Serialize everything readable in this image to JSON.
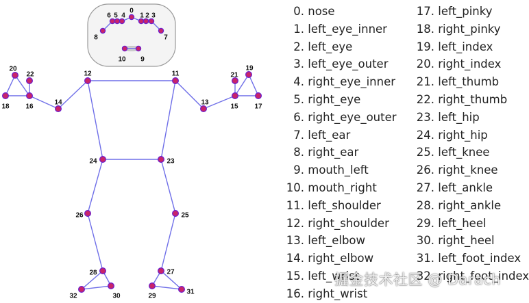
{
  "colors": {
    "bone": "#6f6fe8",
    "joint_fill": "#c8246a",
    "joint_stroke": "#6a1fd0",
    "face_box_stroke": "#9a9a9a",
    "face_box_fill": "#f4f4f4",
    "mouth_fill": "#d0d0d0"
  },
  "skeleton": {
    "landmarks": [
      "0",
      "1",
      "2",
      "3",
      "4",
      "5",
      "6",
      "7",
      "8",
      "9",
      "10",
      "11",
      "12",
      "13",
      "14",
      "15",
      "16",
      "17",
      "18",
      "19",
      "20",
      "21",
      "22",
      "23",
      "24",
      "25",
      "26",
      "27",
      "28",
      "29",
      "30",
      "31",
      "32"
    ]
  },
  "legend": {
    "column1": [
      {
        "num": "0.",
        "name": "nose"
      },
      {
        "num": "1.",
        "name": "left_eye_inner"
      },
      {
        "num": "2.",
        "name": "left_eye"
      },
      {
        "num": "3.",
        "name": "left_eye_outer"
      },
      {
        "num": "4.",
        "name": "right_eye_inner"
      },
      {
        "num": "5.",
        "name": "right_eye"
      },
      {
        "num": "6.",
        "name": "right_eye_outer"
      },
      {
        "num": "7.",
        "name": "left_ear"
      },
      {
        "num": "8.",
        "name": "right_ear"
      },
      {
        "num": "9.",
        "name": "mouth_left"
      },
      {
        "num": "10.",
        "name": "mouth_right"
      },
      {
        "num": "11.",
        "name": "left_shoulder"
      },
      {
        "num": "12.",
        "name": "right_shoulder"
      },
      {
        "num": "13.",
        "name": "left_elbow"
      },
      {
        "num": "14.",
        "name": "right_elbow"
      },
      {
        "num": "15.",
        "name": "left_wrist"
      },
      {
        "num": "16.",
        "name": "right_wrist"
      }
    ],
    "column2": [
      {
        "num": "17.",
        "name": "left_pinky"
      },
      {
        "num": "18.",
        "name": "right_pinky"
      },
      {
        "num": "19.",
        "name": "left_index"
      },
      {
        "num": "20.",
        "name": "right_index"
      },
      {
        "num": "21.",
        "name": "left_thumb"
      },
      {
        "num": "22.",
        "name": "right_thumb"
      },
      {
        "num": "23.",
        "name": "left_hip"
      },
      {
        "num": "24.",
        "name": "right_hip"
      },
      {
        "num": "25.",
        "name": "left_knee"
      },
      {
        "num": "26.",
        "name": "right_knee"
      },
      {
        "num": "27.",
        "name": "left_ankle"
      },
      {
        "num": "28.",
        "name": "right_ankle"
      },
      {
        "num": "29.",
        "name": "left_heel"
      },
      {
        "num": "30.",
        "name": "right_heel"
      },
      {
        "num": "31.",
        "name": "left_foot_index"
      },
      {
        "num": "32.",
        "name": "right_foot_index"
      }
    ]
  },
  "watermark": "掘金技术社区 @ Darach"
}
